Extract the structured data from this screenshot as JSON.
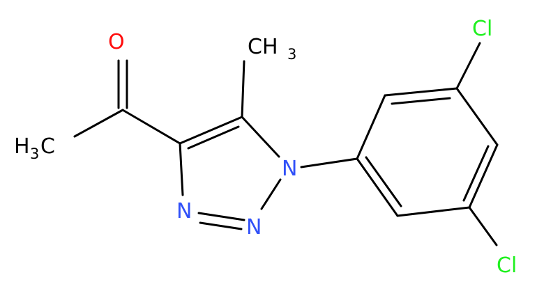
{
  "molecule": {
    "atoms": {
      "oxygen": {
        "symbol": "O",
        "color": "#ff0d0d"
      },
      "acetyl_methyl": {
        "symbol": "H",
        "subscript": "3",
        "suffix": "C",
        "color": "#000000"
      },
      "ring_methyl": {
        "symbol": "CH",
        "subscript": "3",
        "color": "#000000"
      },
      "n1": {
        "symbol": "N",
        "color": "#3050f8"
      },
      "n2": {
        "symbol": "N",
        "color": "#3050f8"
      },
      "n3": {
        "symbol": "N",
        "color": "#3050f8"
      },
      "cl_top": {
        "symbol": "Cl",
        "color": "#1ff01f"
      },
      "cl_bottom": {
        "symbol": "Cl",
        "color": "#1ff01f"
      }
    },
    "bond_color": "#000000"
  }
}
